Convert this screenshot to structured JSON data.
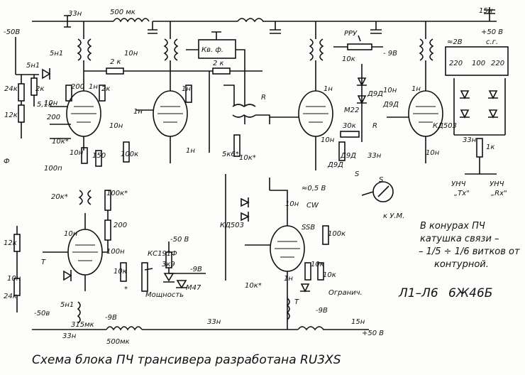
{
  "caption": "Схема блока ПЧ трансивера разработана RU3XS",
  "notes": {
    "line1": "В конурах ПЧ",
    "line2": "катушка связи –",
    "line3": "– 1/5 ÷ 1/6 витков от",
    "line4": "контурной.",
    "tube_range": "Л1–Л6",
    "tube_type": "6Ж46Б"
  },
  "labels": {
    "minus50v_top": "-50В",
    "cap_33n_top": "33н",
    "choke_500mk_top": "500 мк",
    "cap_15n_top": "15н",
    "plus50v_top": "+50 В",
    "c_5n1_a": "5н1",
    "c_5n1_b": "5н1",
    "r_24k_top": "24к",
    "r_12k_top": "12к",
    "r_2k_left": "2к",
    "r_5k1": "5,1к",
    "c_10n_a": "10н",
    "c_200_a": "200",
    "r_10k_star_a": "10к*",
    "r_200_a": "200",
    "c_1n_a": "1н",
    "r_2k_a": "2 к",
    "r_2k_b": "2к",
    "c_10n_b": "10н",
    "c_10n_c": "10н",
    "r_150": "150",
    "c_10n_d": "10н",
    "c_1n_b": "1н",
    "r_100k_a": "100к",
    "c_1n_c": "1н",
    "c_1n_d": "1н",
    "crystal_filter": "Кв. ф.",
    "r_2k_c": "2 к",
    "c_5k6_star": "5к6*",
    "r_10k_star_b": "10к*",
    "r_symbol_a": "R",
    "kd503_a": "КД503",
    "rru": "РРУ",
    "minus9v_a": "- 9В",
    "r_10k_a": "10к",
    "c_1n_e": "1н",
    "m22": "М22",
    "d9d_a": "Д9Д",
    "d9d_b": "Д9Д",
    "c_10n_e": "10н",
    "r_30k": "30к",
    "r_symbol_b": "R",
    "c_33n_a": "33н",
    "d9d_c": "Д9Д",
    "d9d_d": "Д9Д",
    "c_10n_f": "10н",
    "s_switch": "S",
    "s_meter": "S",
    "k_um": "к У.М.",
    "c_1n_f": "1н",
    "kd503_b": "КД503",
    "approx_2v": "≈2В",
    "s_g": "с.г.",
    "r_220_a": "220",
    "r_100": "100",
    "r_220_b": "220",
    "c_33n_b": "33н",
    "r_1k": "1к",
    "c_10n_g": "10н",
    "unch_tx": "УНЧ",
    "tx": "„Тх\"",
    "unch_rx": "УНЧ",
    "rx": "„Rх\"",
    "phi": "Ф",
    "c_100n": "100п",
    "r_20k_star": "20к*",
    "r_100k_star": "100к*",
    "r_200_b": "200",
    "r_12k_bot": "12к",
    "t_bot": "Т",
    "c_10n_h": "10н",
    "r_24k_bot": "24к",
    "minus50v_bot": "-50в",
    "c_10n_i": "10н",
    "c_100n_b": "100н",
    "r_10k_b": "10к",
    "c_5n1_c": "5н1",
    "choke_315mk": "315мк",
    "minus9v_b": "-9В",
    "c_33n_bot": "33н",
    "choke_500mk_bot": "500мк",
    "moshchnost": "Мощность",
    "star_a": "*",
    "minus50v_mid": "-50 В",
    "r_3k9": "3к9",
    "ks191f": "КС191Ф",
    "minus9v_c": "-9В",
    "m47": "М47",
    "c_33n_c": "33н",
    "r_10k_star_c": "10к*",
    "approx_05v": "≈0,5 В",
    "c_10n_j": "10н",
    "cw": "CW",
    "ssb": "SSB",
    "r_100k_b": "100к",
    "c_1n_g": "1н",
    "r_10k_c": "10к",
    "r_10k_d": "10к",
    "ogranich": "Огранич.",
    "minus9v_d": "-9В",
    "t_mid": "Т",
    "cap_15n_bot": "15н",
    "plus50v_bot": "+50 В"
  }
}
